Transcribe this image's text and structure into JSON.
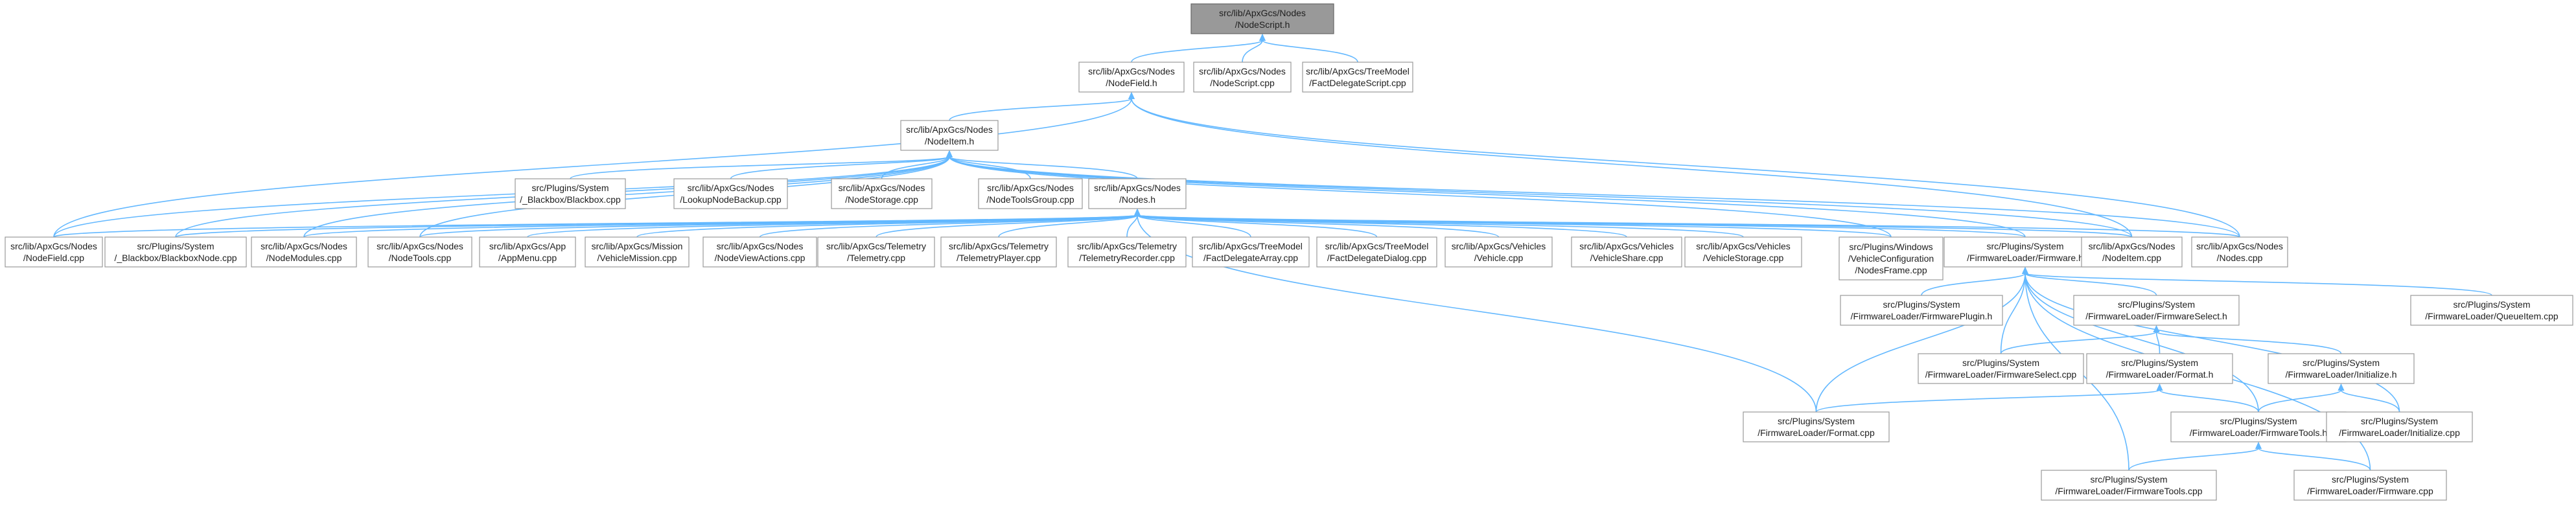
{
  "nodes": [
    {
      "id": "root",
      "lines": [
        "src/lib/ApxGcs/Nodes",
        "/NodeScript.h"
      ],
      "root": true
    },
    {
      "id": "nodefield_h",
      "lines": [
        "src/lib/ApxGcs/Nodes",
        "/NodeField.h"
      ]
    },
    {
      "id": "nodescript_cpp",
      "lines": [
        "src/lib/ApxGcs/Nodes",
        "/NodeScript.cpp"
      ]
    },
    {
      "id": "factdelegatescript_cpp",
      "lines": [
        "src/lib/ApxGcs/TreeModel",
        "/FactDelegateScript.cpp"
      ]
    },
    {
      "id": "nodeitem_h",
      "lines": [
        "src/lib/ApxGcs/Nodes",
        "/NodeItem.h"
      ]
    },
    {
      "id": "blackbox_cpp",
      "lines": [
        "src/Plugins/System",
        "/_Blackbox/Blackbox.cpp"
      ]
    },
    {
      "id": "lookupnodebackup_cpp",
      "lines": [
        "src/lib/ApxGcs/Nodes",
        "/LookupNodeBackup.cpp"
      ]
    },
    {
      "id": "nodestorage_cpp",
      "lines": [
        "src/lib/ApxGcs/Nodes",
        "/NodeStorage.cpp"
      ]
    },
    {
      "id": "nodetoolsgroup_cpp",
      "lines": [
        "src/lib/ApxGcs/Nodes",
        "/NodeToolsGroup.cpp"
      ]
    },
    {
      "id": "nodes_h",
      "lines": [
        "src/lib/ApxGcs/Nodes",
        "/Nodes.h"
      ]
    },
    {
      "id": "nodefield_cpp",
      "lines": [
        "src/lib/ApxGcs/Nodes",
        "/NodeField.cpp"
      ]
    },
    {
      "id": "blackboxnode_cpp",
      "lines": [
        "src/Plugins/System",
        "/_Blackbox/BlackboxNode.cpp"
      ]
    },
    {
      "id": "nodemodules_cpp",
      "lines": [
        "src/lib/ApxGcs/Nodes",
        "/NodeModules.cpp"
      ]
    },
    {
      "id": "nodetools_cpp",
      "lines": [
        "src/lib/ApxGcs/Nodes",
        "/NodeTools.cpp"
      ]
    },
    {
      "id": "appmenu_cpp",
      "lines": [
        "src/lib/ApxGcs/App",
        "/AppMenu.cpp"
      ]
    },
    {
      "id": "vehiclemission_cpp",
      "lines": [
        "src/lib/ApxGcs/Mission",
        "/VehicleMission.cpp"
      ]
    },
    {
      "id": "nodeviewactions_cpp",
      "lines": [
        "src/lib/ApxGcs/Nodes",
        "/NodeViewActions.cpp"
      ]
    },
    {
      "id": "telemetry_cpp",
      "lines": [
        "src/lib/ApxGcs/Telemetry",
        "/Telemetry.cpp"
      ]
    },
    {
      "id": "telemetryplayer_cpp",
      "lines": [
        "src/lib/ApxGcs/Telemetry",
        "/TelemetryPlayer.cpp"
      ]
    },
    {
      "id": "telemetryrecorder_cpp",
      "lines": [
        "src/lib/ApxGcs/Telemetry",
        "/TelemetryRecorder.cpp"
      ]
    },
    {
      "id": "factdelegatearray_cpp",
      "lines": [
        "src/lib/ApxGcs/TreeModel",
        "/FactDelegateArray.cpp"
      ]
    },
    {
      "id": "factdelegatedialog_cpp",
      "lines": [
        "src/lib/ApxGcs/TreeModel",
        "/FactDelegateDialog.cpp"
      ]
    },
    {
      "id": "vehicle_cpp",
      "lines": [
        "src/lib/ApxGcs/Vehicles",
        "/Vehicle.cpp"
      ]
    },
    {
      "id": "vehicleshare_cpp",
      "lines": [
        "src/lib/ApxGcs/Vehicles",
        "/VehicleShare.cpp"
      ]
    },
    {
      "id": "vehiclestorage_cpp",
      "lines": [
        "src/lib/ApxGcs/Vehicles",
        "/VehicleStorage.cpp"
      ]
    },
    {
      "id": "nodesframe_cpp",
      "lines": [
        "src/Plugins/Windows",
        "/VehicleConfiguration",
        "/NodesFrame.cpp"
      ]
    },
    {
      "id": "firmware_h",
      "lines": [
        "src/Plugins/System",
        "/FirmwareLoader/Firmware.h"
      ]
    },
    {
      "id": "nodeitem_cpp",
      "lines": [
        "src/lib/ApxGcs/Nodes",
        "/NodeItem.cpp"
      ]
    },
    {
      "id": "nodes_cpp",
      "lines": [
        "src/lib/ApxGcs/Nodes",
        "/Nodes.cpp"
      ]
    },
    {
      "id": "firmwareplugin_h",
      "lines": [
        "src/Plugins/System",
        "/FirmwareLoader/FirmwarePlugin.h"
      ]
    },
    {
      "id": "firmwareselect_h",
      "lines": [
        "src/Plugins/System",
        "/FirmwareLoader/FirmwareSelect.h"
      ]
    },
    {
      "id": "queueitem_cpp",
      "lines": [
        "src/Plugins/System",
        "/FirmwareLoader/QueueItem.cpp"
      ]
    },
    {
      "id": "firmwareselect_cpp",
      "lines": [
        "src/Plugins/System",
        "/FirmwareLoader/FirmwareSelect.cpp"
      ]
    },
    {
      "id": "format_h",
      "lines": [
        "src/Plugins/System",
        "/FirmwareLoader/Format.h"
      ]
    },
    {
      "id": "initialize_h",
      "lines": [
        "src/Plugins/System",
        "/FirmwareLoader/Initialize.h"
      ]
    },
    {
      "id": "format_cpp",
      "lines": [
        "src/Plugins/System",
        "/FirmwareLoader/Format.cpp"
      ]
    },
    {
      "id": "firmwaretools_h",
      "lines": [
        "src/Plugins/System",
        "/FirmwareLoader/FirmwareTools.h"
      ]
    },
    {
      "id": "initialize_cpp",
      "lines": [
        "src/Plugins/System",
        "/FirmwareLoader/Initialize.cpp"
      ]
    },
    {
      "id": "firmwaretools_cpp",
      "lines": [
        "src/Plugins/System",
        "/FirmwareLoader/FirmwareTools.cpp"
      ]
    },
    {
      "id": "firmware_cpp",
      "lines": [
        "src/Plugins/System",
        "/FirmwareLoader/Firmware.cpp"
      ]
    }
  ],
  "edges": [
    [
      "nodefield_h",
      "root"
    ],
    [
      "nodescript_cpp",
      "root"
    ],
    [
      "factdelegatescript_cpp",
      "root"
    ],
    [
      "nodeitem_h",
      "nodefield_h"
    ],
    [
      "nodefield_cpp",
      "nodefield_h"
    ],
    [
      "nodeitem_cpp",
      "nodefield_h"
    ],
    [
      "nodes_cpp",
      "nodefield_h"
    ],
    [
      "blackbox_cpp",
      "nodeitem_h"
    ],
    [
      "lookupnodebackup_cpp",
      "nodeitem_h"
    ],
    [
      "nodestorage_cpp",
      "nodeitem_h"
    ],
    [
      "nodetoolsgroup_cpp",
      "nodeitem_h"
    ],
    [
      "nodes_h",
      "nodeitem_h"
    ],
    [
      "nodefield_cpp",
      "nodeitem_h"
    ],
    [
      "blackboxnode_cpp",
      "nodeitem_h"
    ],
    [
      "nodemodules_cpp",
      "nodeitem_h"
    ],
    [
      "nodetools_cpp",
      "nodeitem_h"
    ],
    [
      "nodeitem_cpp",
      "nodeitem_h"
    ],
    [
      "nodes_cpp",
      "nodeitem_h"
    ],
    [
      "nodesframe_cpp",
      "nodeitem_h"
    ],
    [
      "firmware_h",
      "nodeitem_h"
    ],
    [
      "nodefield_cpp",
      "nodes_h"
    ],
    [
      "blackboxnode_cpp",
      "nodes_h"
    ],
    [
      "nodemodules_cpp",
      "nodes_h"
    ],
    [
      "nodetools_cpp",
      "nodes_h"
    ],
    [
      "appmenu_cpp",
      "nodes_h"
    ],
    [
      "vehiclemission_cpp",
      "nodes_h"
    ],
    [
      "nodeviewactions_cpp",
      "nodes_h"
    ],
    [
      "telemetry_cpp",
      "nodes_h"
    ],
    [
      "telemetryplayer_cpp",
      "nodes_h"
    ],
    [
      "telemetryrecorder_cpp",
      "nodes_h"
    ],
    [
      "factdelegatearray_cpp",
      "nodes_h"
    ],
    [
      "factdelegatedialog_cpp",
      "nodes_h"
    ],
    [
      "vehicle_cpp",
      "nodes_h"
    ],
    [
      "vehicleshare_cpp",
      "nodes_h"
    ],
    [
      "vehiclestorage_cpp",
      "nodes_h"
    ],
    [
      "nodesframe_cpp",
      "nodes_h"
    ],
    [
      "firmware_h",
      "nodes_h"
    ],
    [
      "nodeitem_cpp",
      "nodes_h"
    ],
    [
      "nodes_cpp",
      "nodes_h"
    ],
    [
      "format_cpp",
      "nodes_h"
    ],
    [
      "firmwareplugin_h",
      "firmware_h"
    ],
    [
      "firmwareselect_h",
      "firmware_h"
    ],
    [
      "queueitem_cpp",
      "firmware_h"
    ],
    [
      "firmwareselect_cpp",
      "firmware_h"
    ],
    [
      "format_cpp",
      "firmware_h"
    ],
    [
      "firmwaretools_h",
      "firmware_h"
    ],
    [
      "initialize_cpp",
      "firmware_h"
    ],
    [
      "firmwaretools_cpp",
      "firmware_h"
    ],
    [
      "firmware_cpp",
      "firmware_h"
    ],
    [
      "firmwareselect_cpp",
      "firmwareselect_h"
    ],
    [
      "format_h",
      "firmwareselect_h"
    ],
    [
      "initialize_h",
      "firmwareselect_h"
    ],
    [
      "format_cpp",
      "format_h"
    ],
    [
      "firmwaretools_h",
      "format_h"
    ],
    [
      "firmwaretools_h",
      "initialize_h"
    ],
    [
      "initialize_cpp",
      "initialize_h"
    ],
    [
      "firmwaretools_cpp",
      "firmwaretools_h"
    ],
    [
      "firmware_cpp",
      "firmwaretools_h"
    ]
  ],
  "colors": {
    "edge": "#63b8ff",
    "node_border": "#999999",
    "root_fill": "#999999"
  }
}
